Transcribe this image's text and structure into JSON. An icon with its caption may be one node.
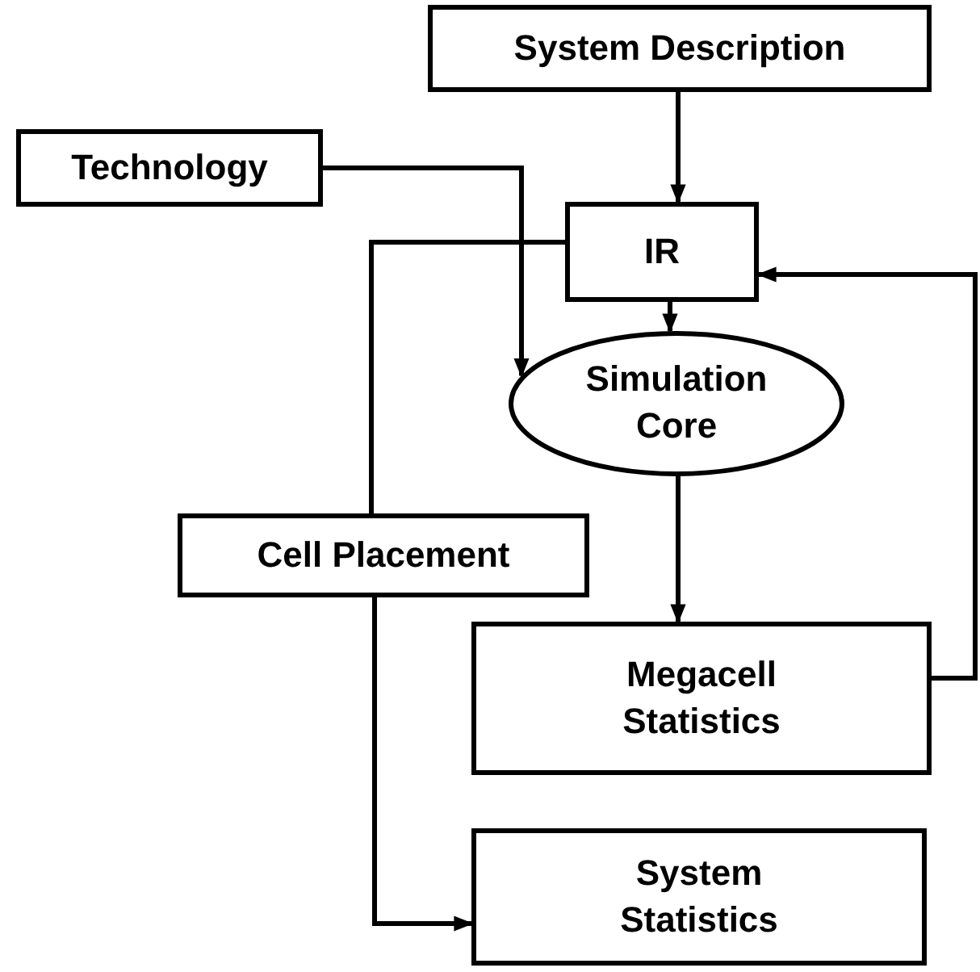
{
  "diagram": {
    "nodes": [
      {
        "text": [
          "System Description"
        ]
      },
      {
        "text": [
          "Technology"
        ]
      },
      {
        "text": [
          "IR"
        ]
      },
      {
        "text": [
          "Simulation Core"
        ]
      },
      {
        "text": [
          "Cell Placement"
        ]
      },
      {
        "text": [
          "Megacell Statistics"
        ]
      },
      {
        "text": [
          "System Statistics"
        ]
      }
    ],
    "edges": [
      {
        "from": 0,
        "to": 2,
        "arrow": "to"
      },
      {
        "from": 1,
        "to": 3,
        "arrow": "to"
      },
      {
        "from": 2,
        "to": 3,
        "arrow": "to"
      },
      {
        "from": 2,
        "to": 4,
        "arrow": "none"
      },
      {
        "from": 4,
        "to": 6,
        "arrow": "to"
      },
      {
        "from": 3,
        "to": 5,
        "arrow": "to"
      },
      {
        "from": 5,
        "to": 2,
        "arrow": "to"
      }
    ]
  }
}
